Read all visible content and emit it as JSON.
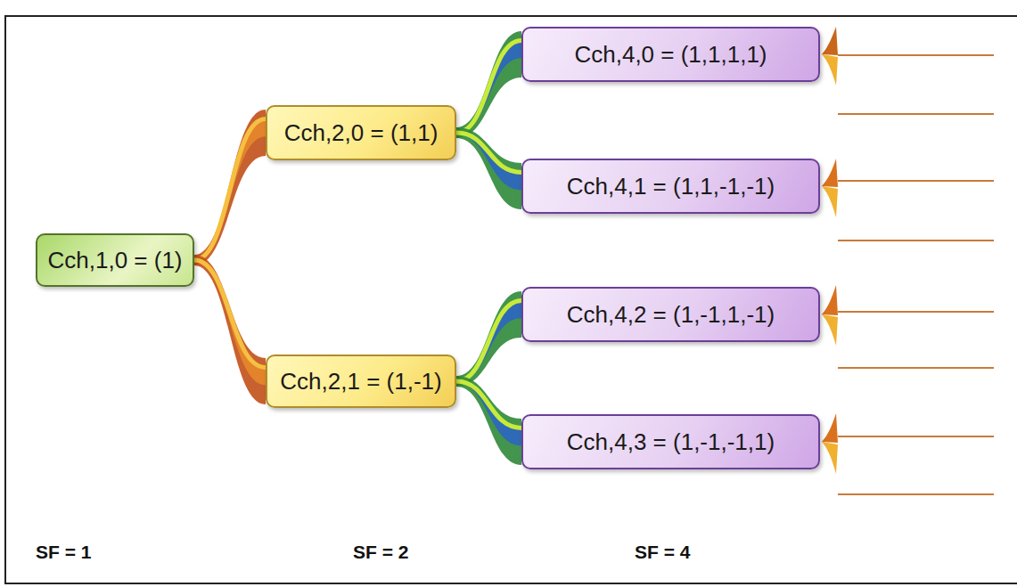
{
  "diagram": {
    "nodes": [
      {
        "text": [
          "Cch,1,0 = (1)"
        ]
      },
      {
        "text": [
          "Cch,2,0 = (1,1)"
        ]
      },
      {
        "text": [
          "Cch,2,1 = (1,-1)"
        ]
      },
      {
        "text": [
          "Cch,4,0 = (1,1,1,1)"
        ]
      },
      {
        "text": [
          "Cch,4,1 = (1,1,-1,-1)"
        ]
      },
      {
        "text": [
          "Cch,4,2 = (1,-1,1,-1)"
        ]
      },
      {
        "text": [
          "Cch,4,3 = (1,-1,-1,1)"
        ]
      }
    ],
    "edges": [
      {
        "from": 0,
        "to": 1,
        "arrow": "none"
      },
      {
        "from": 0,
        "to": 2,
        "arrow": "none"
      },
      {
        "from": 1,
        "to": 3,
        "arrow": "none"
      },
      {
        "from": 1,
        "to": 4,
        "arrow": "none"
      },
      {
        "from": 2,
        "to": 5,
        "arrow": "none"
      },
      {
        "from": 2,
        "to": 6,
        "arrow": "none"
      }
    ],
    "labels": [
      "SF = 1",
      "SF = 2",
      "SF = 4"
    ]
  }
}
